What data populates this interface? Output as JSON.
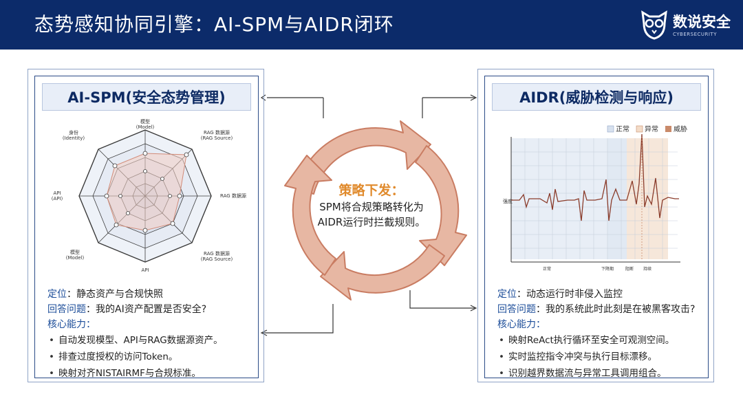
{
  "header": {
    "title": "态势感知协同引擎：AI-SPM与AIDR闭环",
    "brand_name": "数说安全",
    "brand_sub": "CYBERSECURITY",
    "brand_color": "#0c2b6a"
  },
  "left_panel": {
    "title": "AI-SPM(安全态势管理)",
    "radar_axes": [
      {
        "label": "模型",
        "sub": "(Model)"
      },
      {
        "label": "RAG 数据源",
        "sub": "(RAG Source)"
      },
      {
        "label": "RAG 数据源",
        "sub": ""
      },
      {
        "label": "RAG 数据源",
        "sub": "(RAG Source)"
      },
      {
        "label": "API",
        "sub": ""
      },
      {
        "label": "模型",
        "sub": "(Model)"
      },
      {
        "label": "API",
        "sub": "(API)"
      },
      {
        "label": "身份",
        "sub": "(Identity)"
      }
    ],
    "positioning_key": "定位",
    "positioning_value": "：静态资产与合规快照",
    "question_key": "回答问题",
    "question_value": "：我的AI资产配置是否安全?",
    "capability_key": "核心能力：",
    "bullets": [
      "自动发现模型、API与RAG数据源资产。",
      "排查过度授权的访问Token。",
      "映射对齐NISTAIRMF与合规标准。"
    ]
  },
  "right_panel": {
    "title": "AIDR(威胁检测与响应)",
    "legend": [
      "正常",
      "异常",
      "威胁"
    ],
    "legend_colors": [
      "#d7e1ee",
      "#f3dcc8",
      "#c98a6a"
    ],
    "y_label": "强度",
    "x_ticks": [
      "正常",
      "下降期",
      "阻断",
      "持续"
    ],
    "positioning_key": "定位",
    "positioning_value": "：动态运行时非侵入监控",
    "question_key": "回答问题",
    "question_value": "：我的系统此时此刻是在被黑客攻击?",
    "capability_key": "核心能力：",
    "bullets": [
      "映射ReAct执行循环至安全可观测空间。",
      "实时监控指令冲突与执行目标漂移。",
      "识别越界数据流与异常工具调用组合。"
    ]
  },
  "cycle": {
    "title": "策略下发：",
    "line1": "SPM将合规策略转化为",
    "line2": "AIDR运行时拦截规则。",
    "arrow_color": "#e7b7a3",
    "arrow_stroke": "#c97c62",
    "title_color": "#e08a2c"
  }
}
